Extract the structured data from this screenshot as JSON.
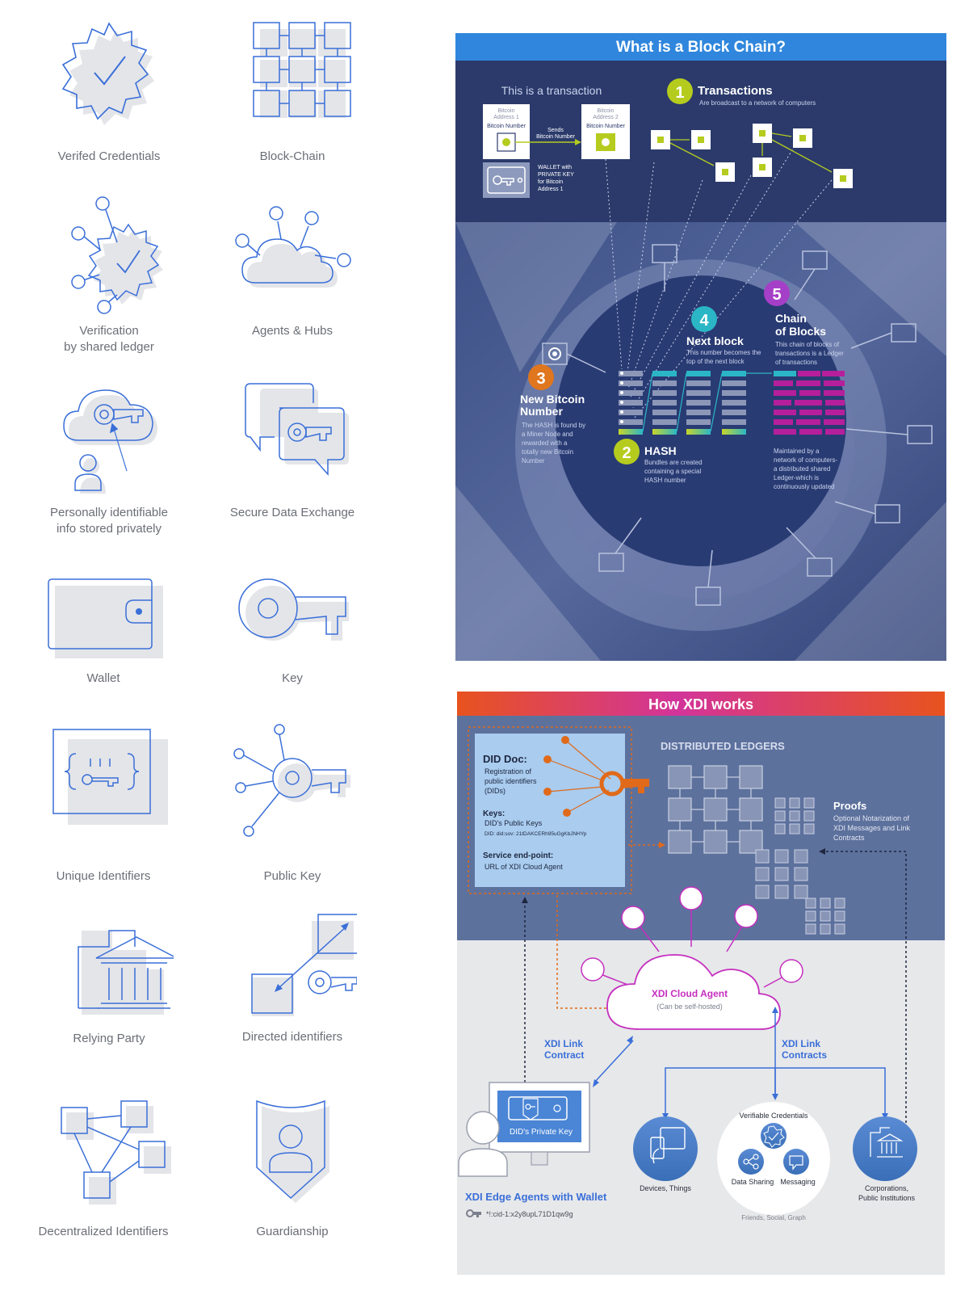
{
  "icons": [
    {
      "label": "Verifed Credentials"
    },
    {
      "label": "Block-Chain"
    },
    {
      "label": "Verification\nby shared ledger"
    },
    {
      "label": "Agents & Hubs"
    },
    {
      "label": "Personally identifiable\ninfo stored privately"
    },
    {
      "label": "Secure Data Exchange"
    },
    {
      "label": "Wallet"
    },
    {
      "label": "Key"
    },
    {
      "label": "Unique Identifiers"
    },
    {
      "label": "Public Key"
    },
    {
      "label": "Relying Party"
    },
    {
      "label": "Directed identifiers"
    },
    {
      "label": "Decentralized Identifiers"
    },
    {
      "label": "Guardianship"
    }
  ],
  "blockchain": {
    "title": "What is a Block Chain?",
    "tx_title": "This is a transaction",
    "addr1_top": "Bitcoin",
    "addr1_sub": "Address 1",
    "addr1_num": "Bitcoin Number",
    "addr2_top": "Bitcoin",
    "addr2_sub": "Address 2",
    "addr2_num": "Bitcoin Number",
    "sends_1": "Sends",
    "sends_2": "Bitcoin Number",
    "wallet_1": "WALLET with",
    "wallet_2": "PRIVATE KEY",
    "wallet_3": "for Bitcoin",
    "wallet_4": "Address 1",
    "step1_num": "1",
    "step1_title": "Transactions",
    "step1_desc": "Are broadcast to a network of computers",
    "step2_num": "2",
    "step2_title": "HASH",
    "step2_desc_1": "Bundles are created",
    "step2_desc_2": "containing a special",
    "step2_desc_3": "HASH number",
    "step3_num": "3",
    "step3_title_1": "New Bitcoin",
    "step3_title_2": "Number",
    "step3_desc_1": "The HASH is found by",
    "step3_desc_2": "a Miner Node and",
    "step3_desc_3": "rewarded with a",
    "step3_desc_4": "totally new Bitcoin",
    "step3_desc_5": "Number",
    "step4_num": "4",
    "step4_title": "Next block",
    "step4_desc_1": "This number becomes the",
    "step4_desc_2": "top of the next block",
    "step5_num": "5",
    "step5_title_1": "Chain",
    "step5_title_2": "of Blocks",
    "step5_desc_1": "This chain of blocks of",
    "step5_desc_2": "transactions is a Ledger",
    "step5_desc_3": "of transactions",
    "maint_1": "Maintained by a",
    "maint_2": "network of computers-",
    "maint_3": "a distributed shared",
    "maint_4": "Ledger-which is",
    "maint_5": "continuously updated",
    "colors": {
      "green": "#b5cc1e",
      "orange": "#e0761e",
      "teal": "#2bb6c6",
      "magenta": "#b61f9b",
      "purple": "#a63fc7"
    }
  },
  "xdi": {
    "title": "How XDI works",
    "ledgers": "DISTRIBUTED LEDGERS",
    "did_doc": "DID Doc:",
    "did_doc_d1": "Registration of",
    "did_doc_d2": "public identifiers",
    "did_doc_d3": "(DIDs)",
    "keys": "Keys:",
    "keys_d1": "DID's Public Keys",
    "keys_d2": "DID: did:sov: 21tDAKCERh95uGgKbJNHYp",
    "svc": "Service end-point:",
    "svc_d1": "URL of XDI Cloud Agent",
    "proofs": "Proofs",
    "proofs_d1": "Optional Notarization of",
    "proofs_d2": "XDI Messages and Link",
    "proofs_d3": "Contracts",
    "cloud_agent": "XDI Cloud Agent",
    "cloud_sub": "(Can be self-hosted)",
    "link1_1": "XDI Link",
    "link1_2": "Contract",
    "link2_1": "XDI Link",
    "link2_2": "Contracts",
    "private_key": "DID's Private Key",
    "edge": "XDI Edge Agents with Wallet",
    "edge_id": "*!:cid-1:x2y8upL71D1qw9g",
    "devices": "Devices, Things",
    "vc": "Verifiable Credentials",
    "data_sharing": "Data Sharing",
    "messaging": "Messaging",
    "friends": "Friends, Social, Graph",
    "corp_1": "Corporations,",
    "corp_2": "Public Institutions",
    "colors": {
      "accent": "#3a6fd8",
      "orange": "#e06a1a",
      "magenta": "#c52fbf"
    }
  }
}
